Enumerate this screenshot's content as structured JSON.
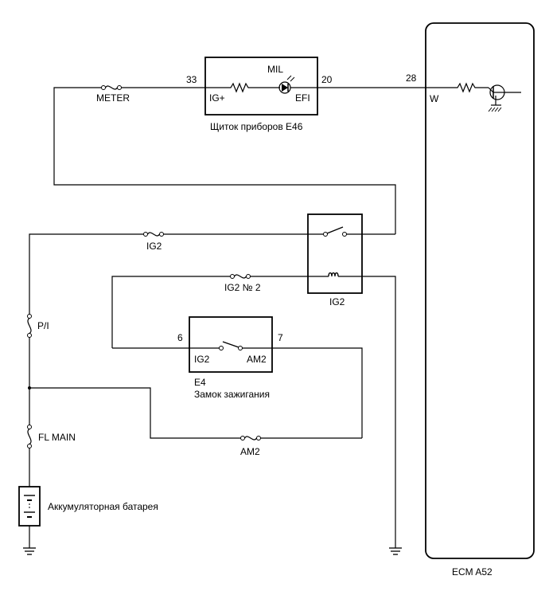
{
  "fuses": {
    "meter": "METER",
    "ig2": "IG2",
    "ig2_no2": "IG2 № 2",
    "pi": "P/I",
    "fl_main": "FL MAIN",
    "am2": "AM2"
  },
  "combination_meter": {
    "name": "Щиток приборов E46",
    "mil": "MIL",
    "ig_plus": "IG+",
    "efi": "EFI",
    "pin_left": "33",
    "pin_right": "20"
  },
  "ecm": {
    "name": "ECM A52",
    "pin": "28",
    "wire_color": "W"
  },
  "relay": {
    "name": "IG2"
  },
  "ignition_switch": {
    "id": "E4",
    "name": "Замок зажигания",
    "left_label": "IG2",
    "right_label": "AM2",
    "pin_left": "6",
    "pin_right": "7"
  },
  "battery": {
    "name": "Аккумуляторная батарея"
  }
}
